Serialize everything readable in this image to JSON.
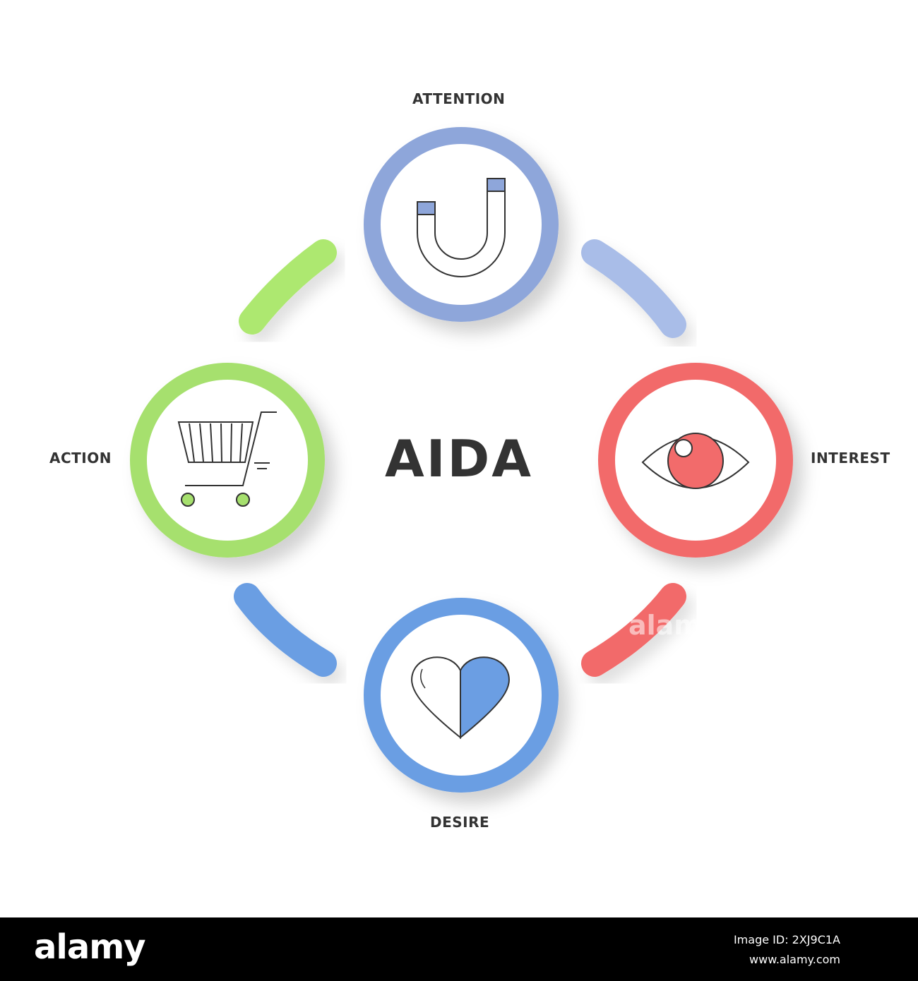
{
  "title": "AIDA",
  "stages": [
    {
      "label": "ATTENTION",
      "icon": "magnet-icon",
      "color": "#8EA6DA"
    },
    {
      "label": "INTEREST",
      "icon": "eye-icon",
      "color": "#F26B6B"
    },
    {
      "label": "DESIRE",
      "icon": "heart-icon",
      "color": "#6B9EE3"
    },
    {
      "label": "ACTION",
      "icon": "shopping-cart-icon",
      "color": "#A6E06E"
    }
  ],
  "connectors": [
    {
      "icon": "arc-connector",
      "color": "#A9BDE8"
    },
    {
      "icon": "arc-connector",
      "color": "#F26B6B"
    },
    {
      "icon": "arc-connector",
      "color": "#6B9EE3"
    },
    {
      "icon": "arc-connector",
      "color": "#ADE870"
    }
  ],
  "watermark": "alamy",
  "footer": {
    "logo": "alamy",
    "image_id": "Image ID: 2XJ9C1A",
    "url": "www.alamy.com"
  }
}
